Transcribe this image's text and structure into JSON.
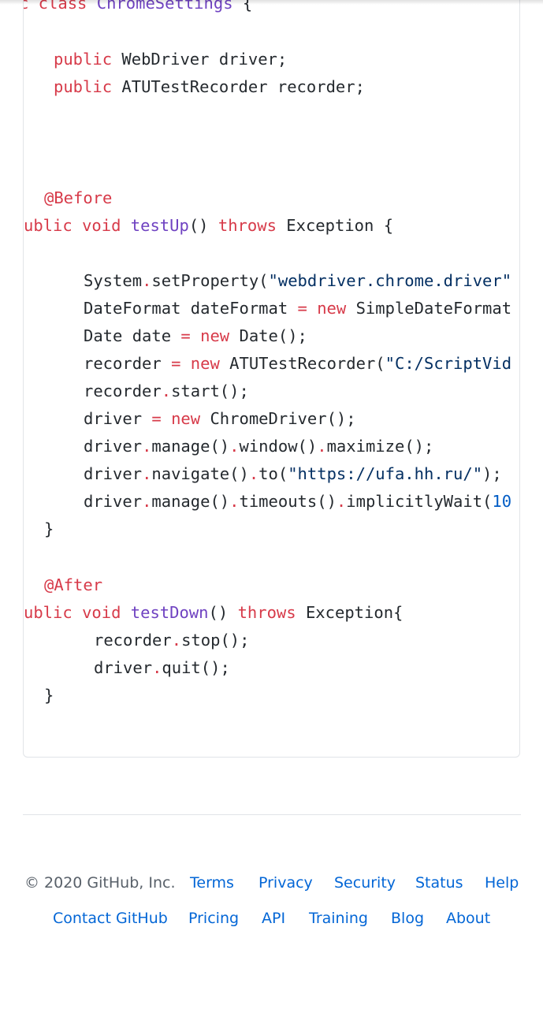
{
  "code": {
    "lines": [
      [
        {
          "t": "c class ",
          "c": "kw"
        },
        {
          "t": "ChromeSettings",
          "c": "fn"
        },
        {
          "t": " {",
          "c": ""
        }
      ],
      [
        {
          "t": "public",
          "c": "kw"
        },
        {
          "t": " WebDriver driver;",
          "c": ""
        }
      ],
      [
        {
          "t": "public",
          "c": "kw"
        },
        {
          "t": " ATUTestRecorder recorder;",
          "c": ""
        }
      ],
      [
        {
          "t": "@Before",
          "c": "kw"
        }
      ],
      [
        {
          "t": "ublic ",
          "c": "kw"
        },
        {
          "t": "void ",
          "c": "kw"
        },
        {
          "t": "testUp",
          "c": "fn"
        },
        {
          "t": "() ",
          "c": ""
        },
        {
          "t": "throws",
          "c": "kw"
        },
        {
          "t": " Exception {",
          "c": ""
        }
      ],
      [
        {
          "t": "System",
          "c": ""
        },
        {
          "t": ".",
          "c": "op"
        },
        {
          "t": "setProperty(",
          "c": ""
        },
        {
          "t": "\"webdriver.chrome.driver\"",
          "c": "st"
        }
      ],
      [
        {
          "t": "DateFormat dateFormat ",
          "c": ""
        },
        {
          "t": "=",
          "c": "op"
        },
        {
          "t": " ",
          "c": ""
        },
        {
          "t": "new",
          "c": "kw"
        },
        {
          "t": " SimpleDateFormat",
          "c": ""
        }
      ],
      [
        {
          "t": "Date date ",
          "c": ""
        },
        {
          "t": "=",
          "c": "op"
        },
        {
          "t": " ",
          "c": ""
        },
        {
          "t": "new",
          "c": "kw"
        },
        {
          "t": " Date();",
          "c": ""
        }
      ],
      [
        {
          "t": "recorder ",
          "c": ""
        },
        {
          "t": "=",
          "c": "op"
        },
        {
          "t": " ",
          "c": ""
        },
        {
          "t": "new",
          "c": "kw"
        },
        {
          "t": " ATUTestRecorder(",
          "c": ""
        },
        {
          "t": "\"C:/ScriptVid",
          "c": "st"
        }
      ],
      [
        {
          "t": "recorder",
          "c": ""
        },
        {
          "t": ".",
          "c": "op"
        },
        {
          "t": "start();",
          "c": ""
        }
      ],
      [
        {
          "t": "driver ",
          "c": ""
        },
        {
          "t": "=",
          "c": "op"
        },
        {
          "t": " ",
          "c": ""
        },
        {
          "t": "new",
          "c": "kw"
        },
        {
          "t": " ChromeDriver();",
          "c": ""
        }
      ],
      [
        {
          "t": "driver",
          "c": ""
        },
        {
          "t": ".",
          "c": "op"
        },
        {
          "t": "manage()",
          "c": ""
        },
        {
          "t": ".",
          "c": "op"
        },
        {
          "t": "window()",
          "c": ""
        },
        {
          "t": ".",
          "c": "op"
        },
        {
          "t": "maximize();",
          "c": ""
        }
      ],
      [
        {
          "t": "driver",
          "c": ""
        },
        {
          "t": ".",
          "c": "op"
        },
        {
          "t": "navigate()",
          "c": ""
        },
        {
          "t": ".",
          "c": "op"
        },
        {
          "t": "to(",
          "c": ""
        },
        {
          "t": "\"https://ufa.hh.ru/\"",
          "c": "st"
        },
        {
          "t": ");",
          "c": ""
        }
      ],
      [
        {
          "t": "driver",
          "c": ""
        },
        {
          "t": ".",
          "c": "op"
        },
        {
          "t": "manage()",
          "c": ""
        },
        {
          "t": ".",
          "c": "op"
        },
        {
          "t": "timeouts()",
          "c": ""
        },
        {
          "t": ".",
          "c": "op"
        },
        {
          "t": "implicitlyWait(",
          "c": ""
        },
        {
          "t": "10",
          "c": "nu"
        }
      ],
      [
        {
          "t": "}",
          "c": ""
        }
      ],
      [
        {
          "t": "@After",
          "c": "kw"
        }
      ],
      [
        {
          "t": "ublic ",
          "c": "kw"
        },
        {
          "t": "void ",
          "c": "kw"
        },
        {
          "t": "testDown",
          "c": "fn"
        },
        {
          "t": "() ",
          "c": ""
        },
        {
          "t": "throws",
          "c": "kw"
        },
        {
          "t": " Exception{",
          "c": ""
        }
      ],
      [
        {
          "t": "recorder",
          "c": ""
        },
        {
          "t": ".",
          "c": "op"
        },
        {
          "t": "stop();",
          "c": ""
        }
      ],
      [
        {
          "t": "driver",
          "c": ""
        },
        {
          "t": ".",
          "c": "op"
        },
        {
          "t": "quit();",
          "c": ""
        }
      ],
      [
        {
          "t": "}",
          "c": ""
        }
      ]
    ]
  },
  "footer": {
    "copyright": "© 2020 GitHub, Inc.",
    "links_row1": [
      "Terms",
      "Privacy",
      "Security",
      "Status",
      "Help"
    ],
    "links_row2": [
      "Contact GitHub",
      "Pricing",
      "API",
      "Training",
      "Blog",
      "About"
    ]
  }
}
